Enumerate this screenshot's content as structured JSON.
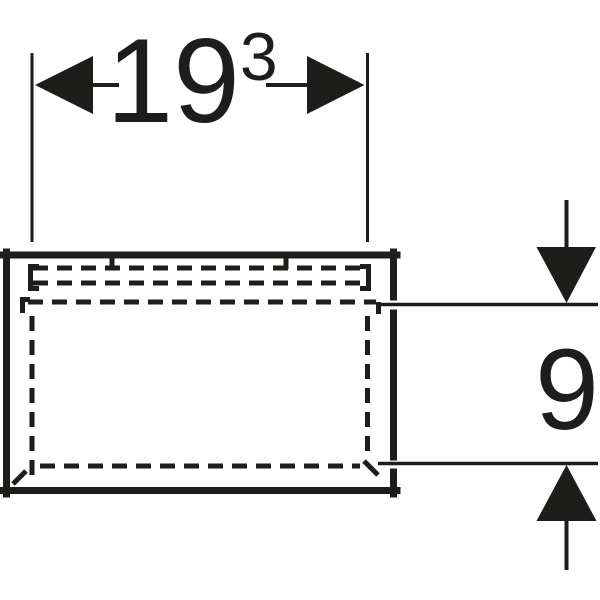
{
  "drawing": {
    "colors": {
      "ink": "#1d1d1b",
      "background": "#ffffff"
    },
    "width_dimension": {
      "value": "19",
      "superscript": "3"
    },
    "height_dimension": {
      "value": "9"
    }
  }
}
